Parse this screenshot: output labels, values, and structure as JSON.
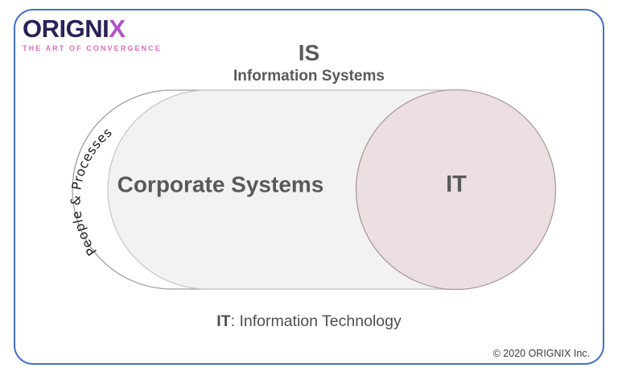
{
  "logo": {
    "word_main": "ORIGNI",
    "word_accent": "X",
    "tagline": "THE ART OF CONVERGENCE",
    "main_color": "#2b2158",
    "accent_color": "#b44fc9",
    "tagline_color": "#e26db4"
  },
  "header": {
    "acronym": "IS",
    "subtitle": "Information Systems"
  },
  "diagram": {
    "outer_pill_label": "People & Processes",
    "inner_pill_label": "Corporate Systems",
    "circle_label": "IT",
    "colors": {
      "outer_fill": "#ffffff",
      "outer_stroke": "#9e9e9e",
      "inner_fill": "#f2f2f2",
      "inner_stroke": "#c6c6c6",
      "circle_fill": "#ecdfe1",
      "circle_stroke": "#ad9a9d",
      "label_color": "#595959",
      "arc_label_color": "#1f1f1f"
    }
  },
  "footer": {
    "legend_term": "IT",
    "legend_rest": ": Information Technology",
    "copyright": "© 2020 ORIGNIX Inc."
  },
  "card": {
    "border_color": "#4472c4",
    "background": "#ffffff"
  }
}
